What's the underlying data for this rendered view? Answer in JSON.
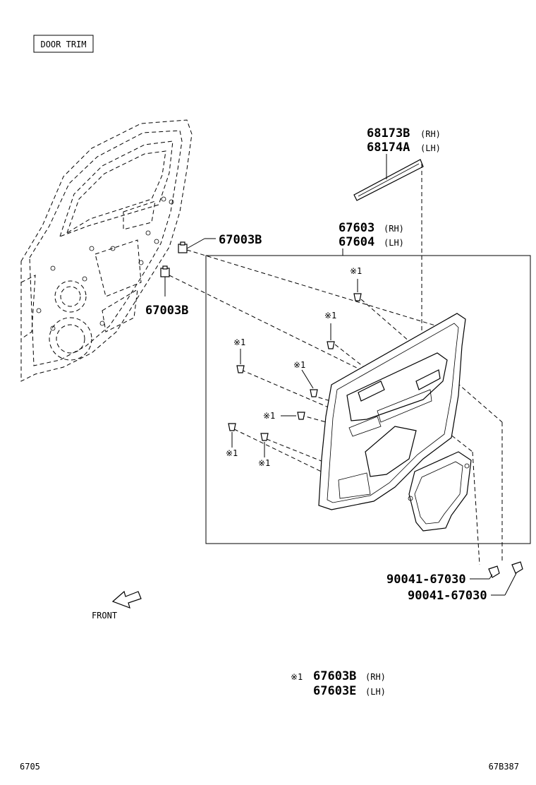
{
  "title_box": "DOOR TRIM",
  "labels": {
    "p68173b": "68173B",
    "p68173b_side": "(RH)",
    "p68174a": "68174A",
    "p68174a_side": "(LH)",
    "p67603": "67603",
    "p67603_side": "(RH)",
    "p67604": "67604",
    "p67604_side": "(LH)",
    "p67003b_a": "67003B",
    "p67003b_b": "67003B",
    "p90041_a": "90041-67030",
    "p90041_b": "90041-67030",
    "note_mark": "※1",
    "p67603b": "67603B",
    "p67603b_side": "(RH)",
    "p67603e": "67603E",
    "p67603e_side": "(LH)",
    "front": "FRONT"
  },
  "clip_mark": "※1",
  "footer": {
    "left": "6705",
    "right": "67B387"
  }
}
